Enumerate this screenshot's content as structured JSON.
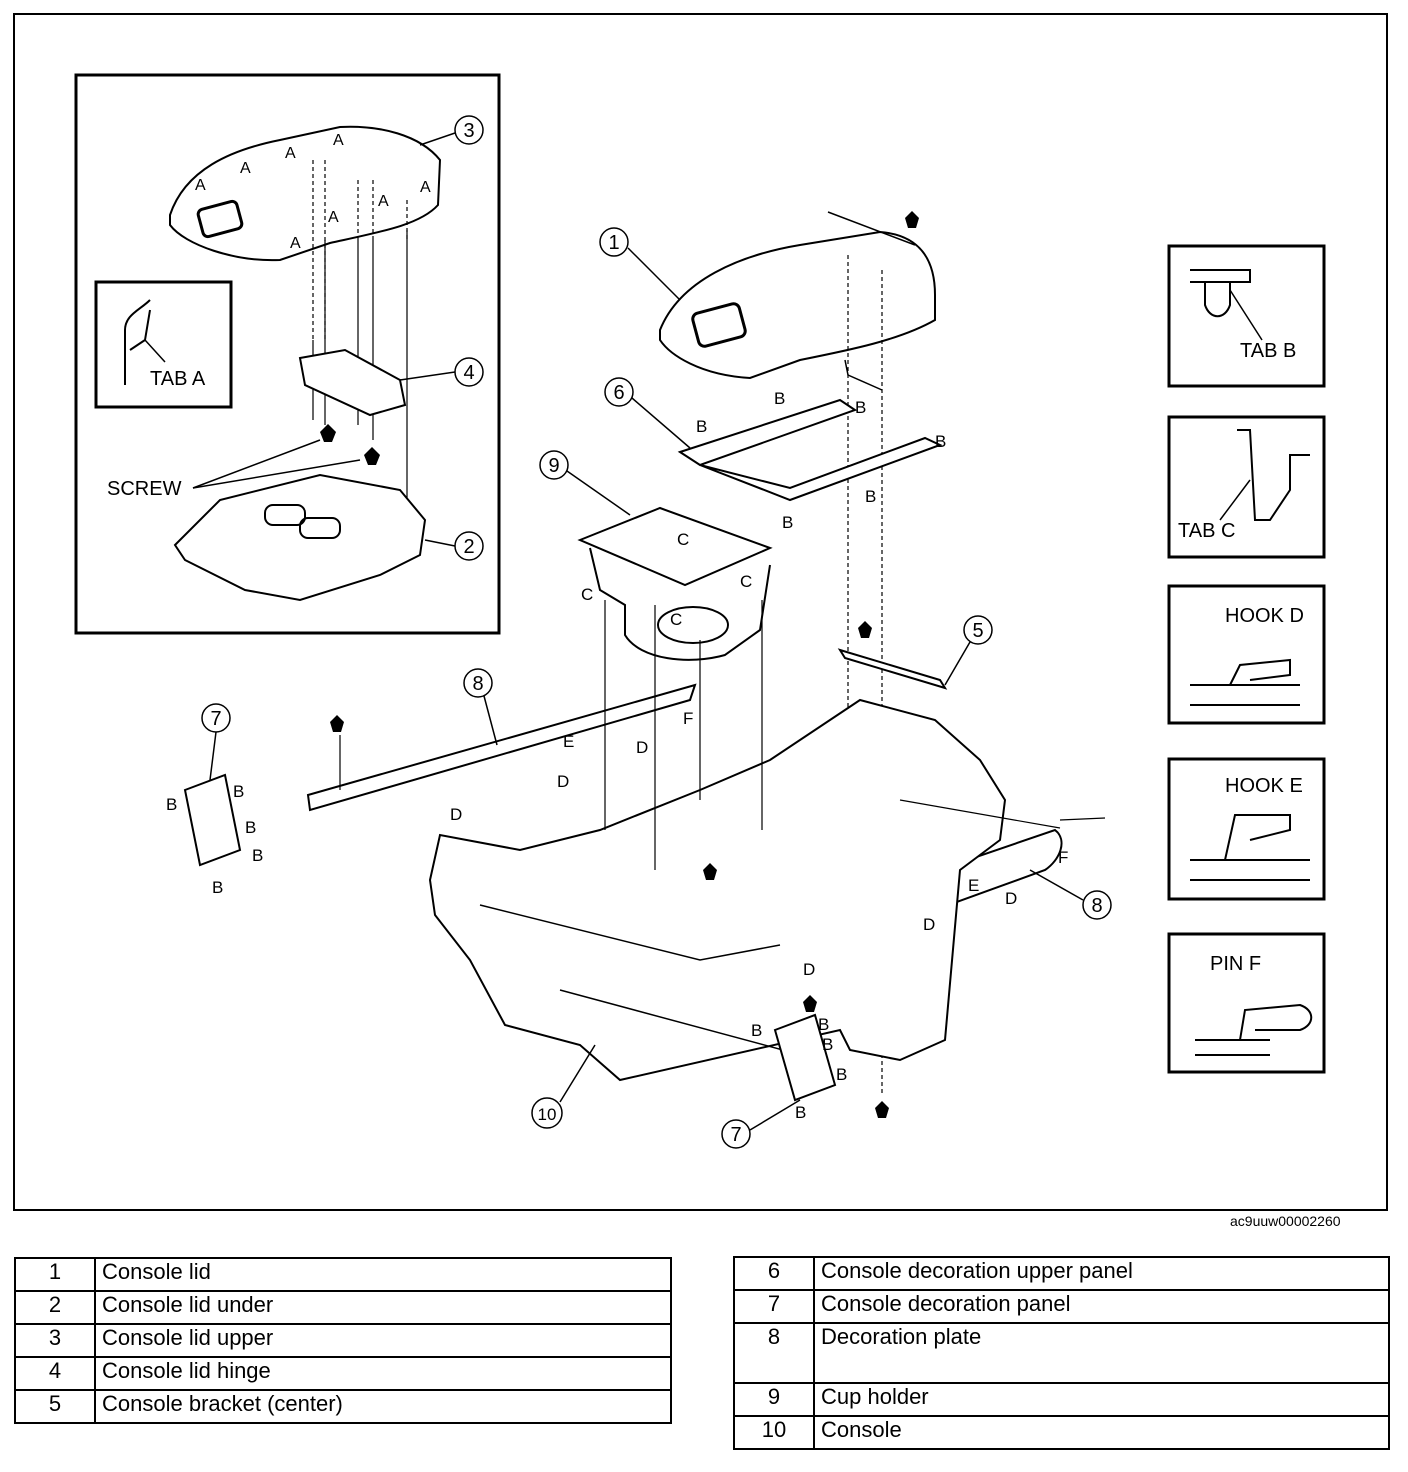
{
  "figure_id": "ac9uuw00002260",
  "callouts": {
    "c1": "1",
    "c2": "2",
    "c3": "3",
    "c4": "4",
    "c5": "5",
    "c6": "6",
    "c7a": "7",
    "c7b": "7",
    "c8a": "8",
    "c8b": "8",
    "c9": "9",
    "c10": "10"
  },
  "inset": {
    "screw_label": "SCREW",
    "tab_a_label": "TAB A",
    "marker_a": "A"
  },
  "detail_boxes": {
    "tab_b": "TAB B",
    "tab_c": "TAB C",
    "hook_d": "HOOK D",
    "hook_e": "HOOK E",
    "pin_f": "PIN F"
  },
  "markers": {
    "b": "B",
    "c": "C",
    "d": "D",
    "e": "E",
    "f": "F"
  },
  "parts_left": [
    {
      "num": "1",
      "name": "Console lid"
    },
    {
      "num": "2",
      "name": "Console lid under"
    },
    {
      "num": "3",
      "name": "Console lid upper"
    },
    {
      "num": "4",
      "name": "Console lid hinge"
    },
    {
      "num": "5",
      "name": "Console bracket (center)"
    }
  ],
  "parts_right": [
    {
      "num": "6",
      "name": "Console decoration upper panel"
    },
    {
      "num": "7",
      "name": "Console decoration panel"
    },
    {
      "num": "8",
      "name": "Decoration plate"
    },
    {
      "num": "9",
      "name": "Cup holder"
    },
    {
      "num": "10",
      "name": "Console"
    }
  ]
}
